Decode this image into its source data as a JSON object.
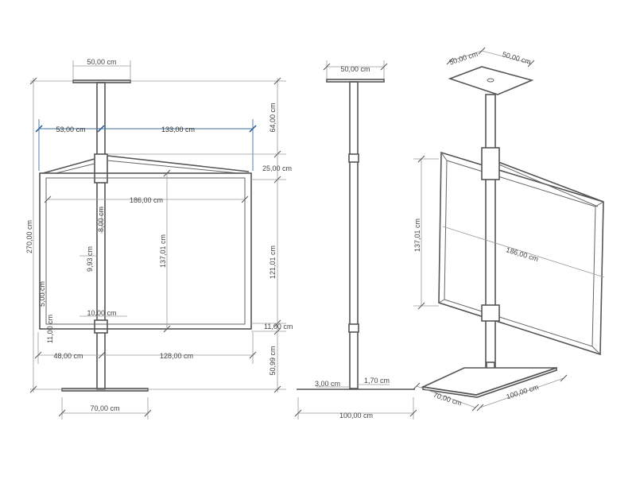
{
  "front_view": {
    "base_plate_width": "50,00 cm",
    "left_bar_span": "53,00 cm",
    "right_bar_span": "133,00 cm",
    "top_height": "64,00 cm",
    "bracket_gap": "25,00 cm",
    "frame_width": "186,00 cm",
    "total_height": "270,00 cm",
    "upper_gap": "8,00 cm",
    "frame_height_inner": "137,01 cm",
    "frame_height": "121,01 cm",
    "side_gap": "9,93 cm",
    "small_gap": "5,00 cm",
    "lower_gap": "10,00 cm",
    "left_lower_gap": "11,00 cm",
    "right_lower_gap": "11,00 cm",
    "left_offset": "48,00 cm",
    "right_offset": "128,00 cm",
    "bottom_height": "50,99 cm",
    "base_width": "70,00 cm"
  },
  "side_view": {
    "top_plate_width": "50,00 cm",
    "base_thickness": "3,00 cm",
    "tube_width": "1,70 cm",
    "base_depth": "100,00 cm"
  },
  "iso_view": {
    "top_plate_a": "50,00 cm",
    "top_plate_b": "50,00 cm",
    "frame_height": "137,01 cm",
    "frame_width": "186,00 cm",
    "base_width": "70,00 cm",
    "base_depth": "100,00 cm"
  }
}
